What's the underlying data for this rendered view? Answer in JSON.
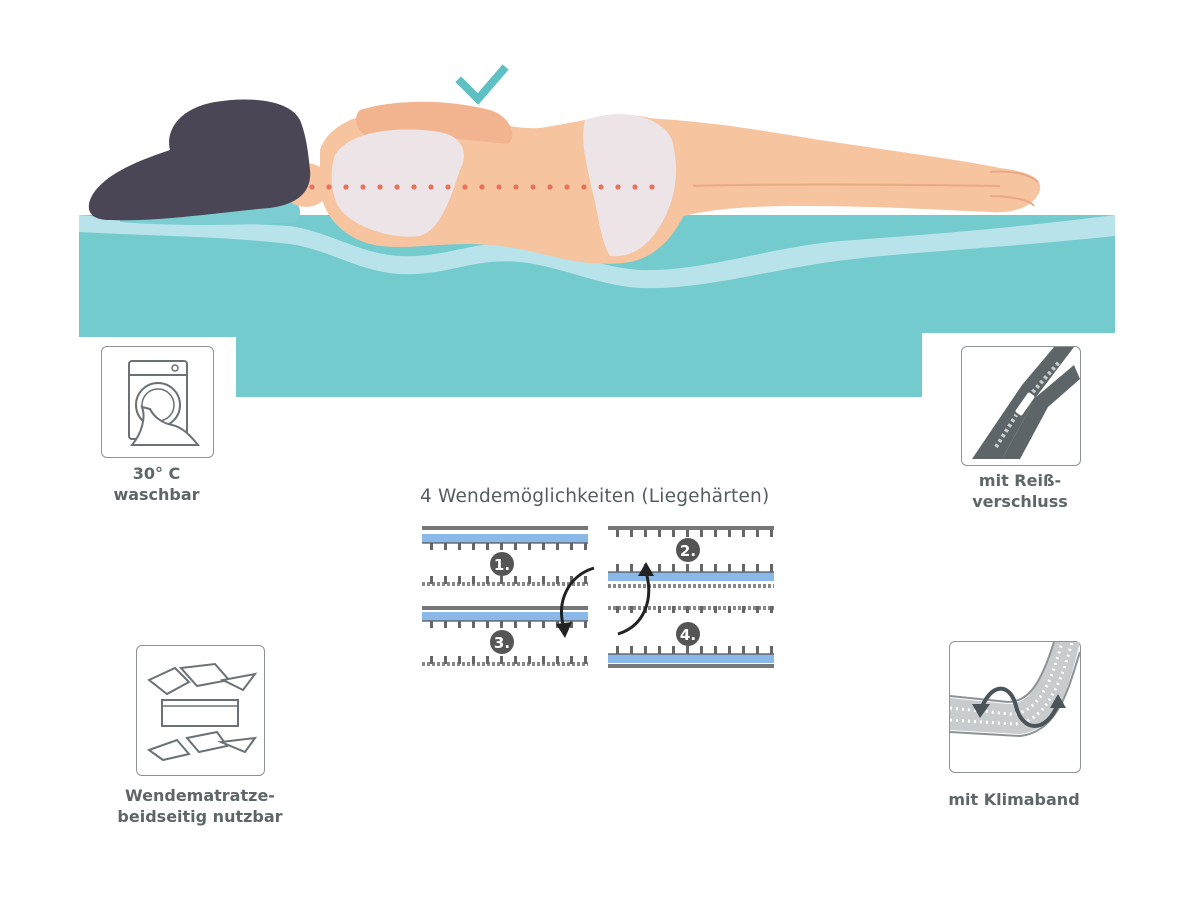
{
  "features": {
    "wash": {
      "line1": "30° C",
      "line2": "waschbar",
      "icon": "washing-machine-icon"
    },
    "zipper": {
      "line1": "mit Reiß-",
      "line2": "verschluss",
      "icon": "zipper-icon"
    },
    "reversible": {
      "line1": "Wendematratze-",
      "line2": "beidseitig nutzbar",
      "icon": "reversible-mattress-icon"
    },
    "climate": {
      "line1": "mit Klimaband",
      "icon": "airflow-band-icon"
    }
  },
  "flip": {
    "title": "4 Wendemöglichkeiten (Liegehärten)",
    "layers": [
      {
        "number": "1."
      },
      {
        "number": "2."
      },
      {
        "number": "3."
      },
      {
        "number": "4."
      }
    ]
  },
  "colors": {
    "mattress": "#73cbce",
    "mattress_top": "#b9e3ea",
    "check": "#5fc0c3",
    "spine_dots": "#e8735c",
    "hair": "#4a4656",
    "skin": "#f7c4a0",
    "underwear": "#ece4e6",
    "comfort_layer": "#8ab8e8"
  }
}
